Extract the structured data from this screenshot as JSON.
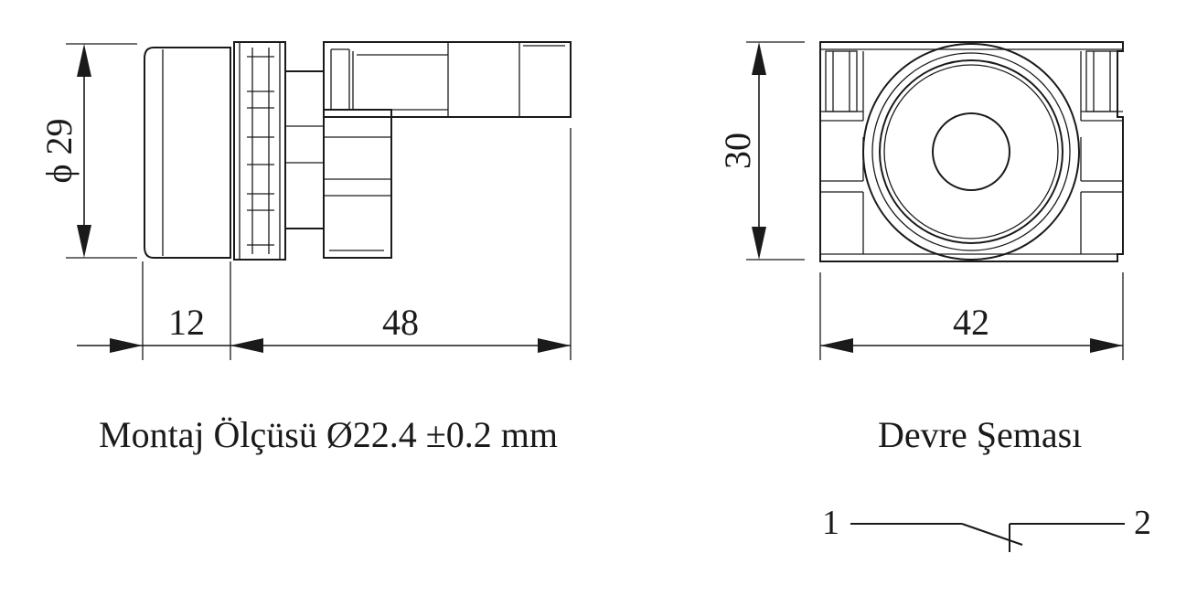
{
  "side_view": {
    "diameter_label": "ϕ 29",
    "width_label": "12",
    "length_label": "48"
  },
  "front_view": {
    "height_label": "30",
    "width_label": "42"
  },
  "captions": {
    "mounting": "Montaj Ölçüsü Ø22.4 ±0.2 mm",
    "circuit": "Devre Şeması"
  },
  "circuit": {
    "terminal_left": "1",
    "terminal_right": "2"
  }
}
